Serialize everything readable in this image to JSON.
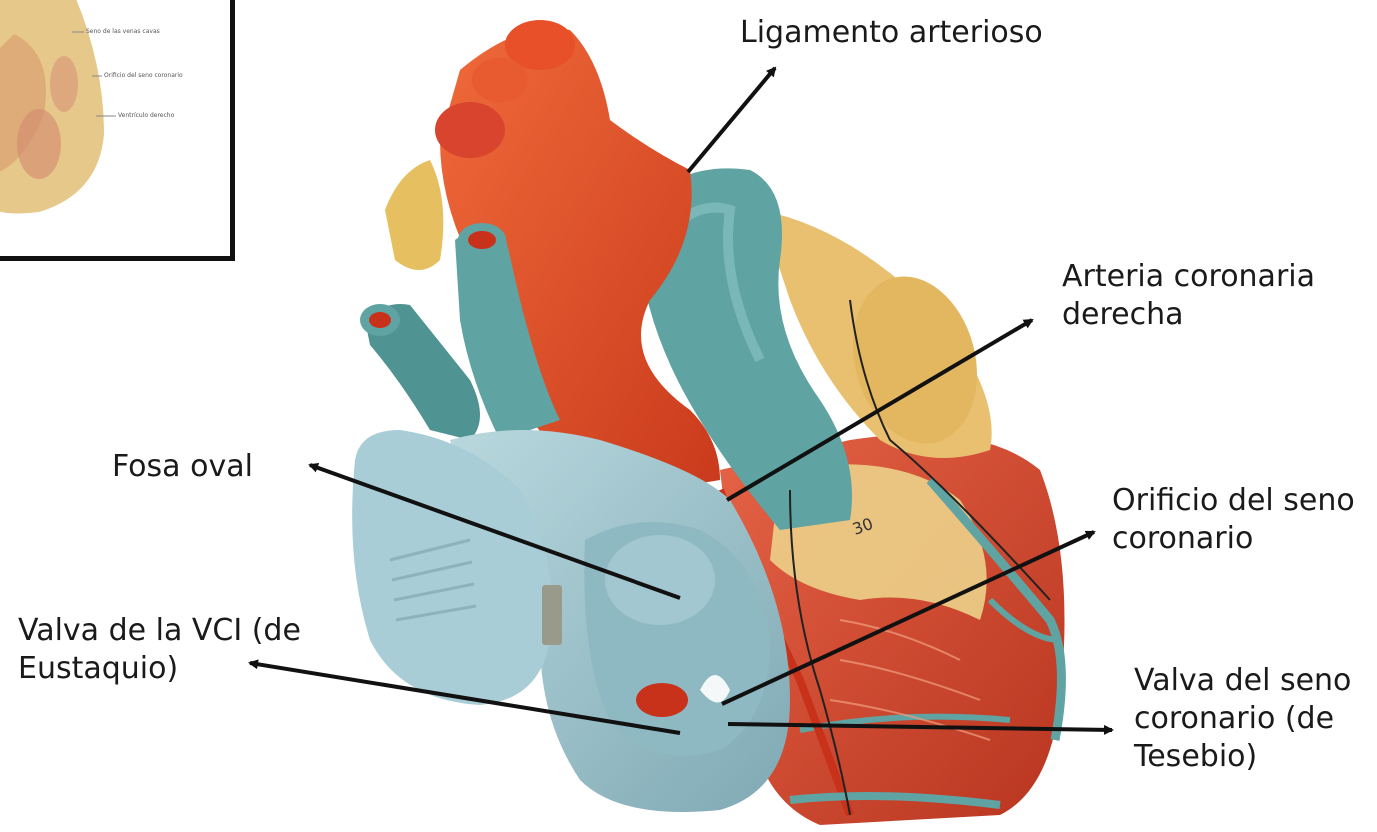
{
  "labels": {
    "ligamento": "Ligamento arterioso",
    "arteria_line1": "Arteria coronaria",
    "arteria_line2": "derecha",
    "fosa": "Fosa oval",
    "orificio_line1": "Orificio del seno",
    "orificio_line2": "coronario",
    "valva_vci_line1": "Valva de la VCI (de",
    "valva_vci_line2": "Eustaquio)",
    "valva_seno_line1": "Valva del seno",
    "valva_seno_line2": "coronario (de",
    "valva_seno_line3": "Tesebio)"
  },
  "inset": {
    "text1": "Seno de las venas cavas",
    "text2": "Orificio del seno coronario",
    "text3": "Ventrículo derecho"
  },
  "model_numbers": {
    "n30": "30"
  },
  "colors": {
    "aorta": "#e8502a",
    "pulmonary": "#5fa3a3",
    "atrium": "#9ec4cc",
    "fat": "#e6c36a",
    "muscle": "#d9442e",
    "arrow": "#111111"
  }
}
